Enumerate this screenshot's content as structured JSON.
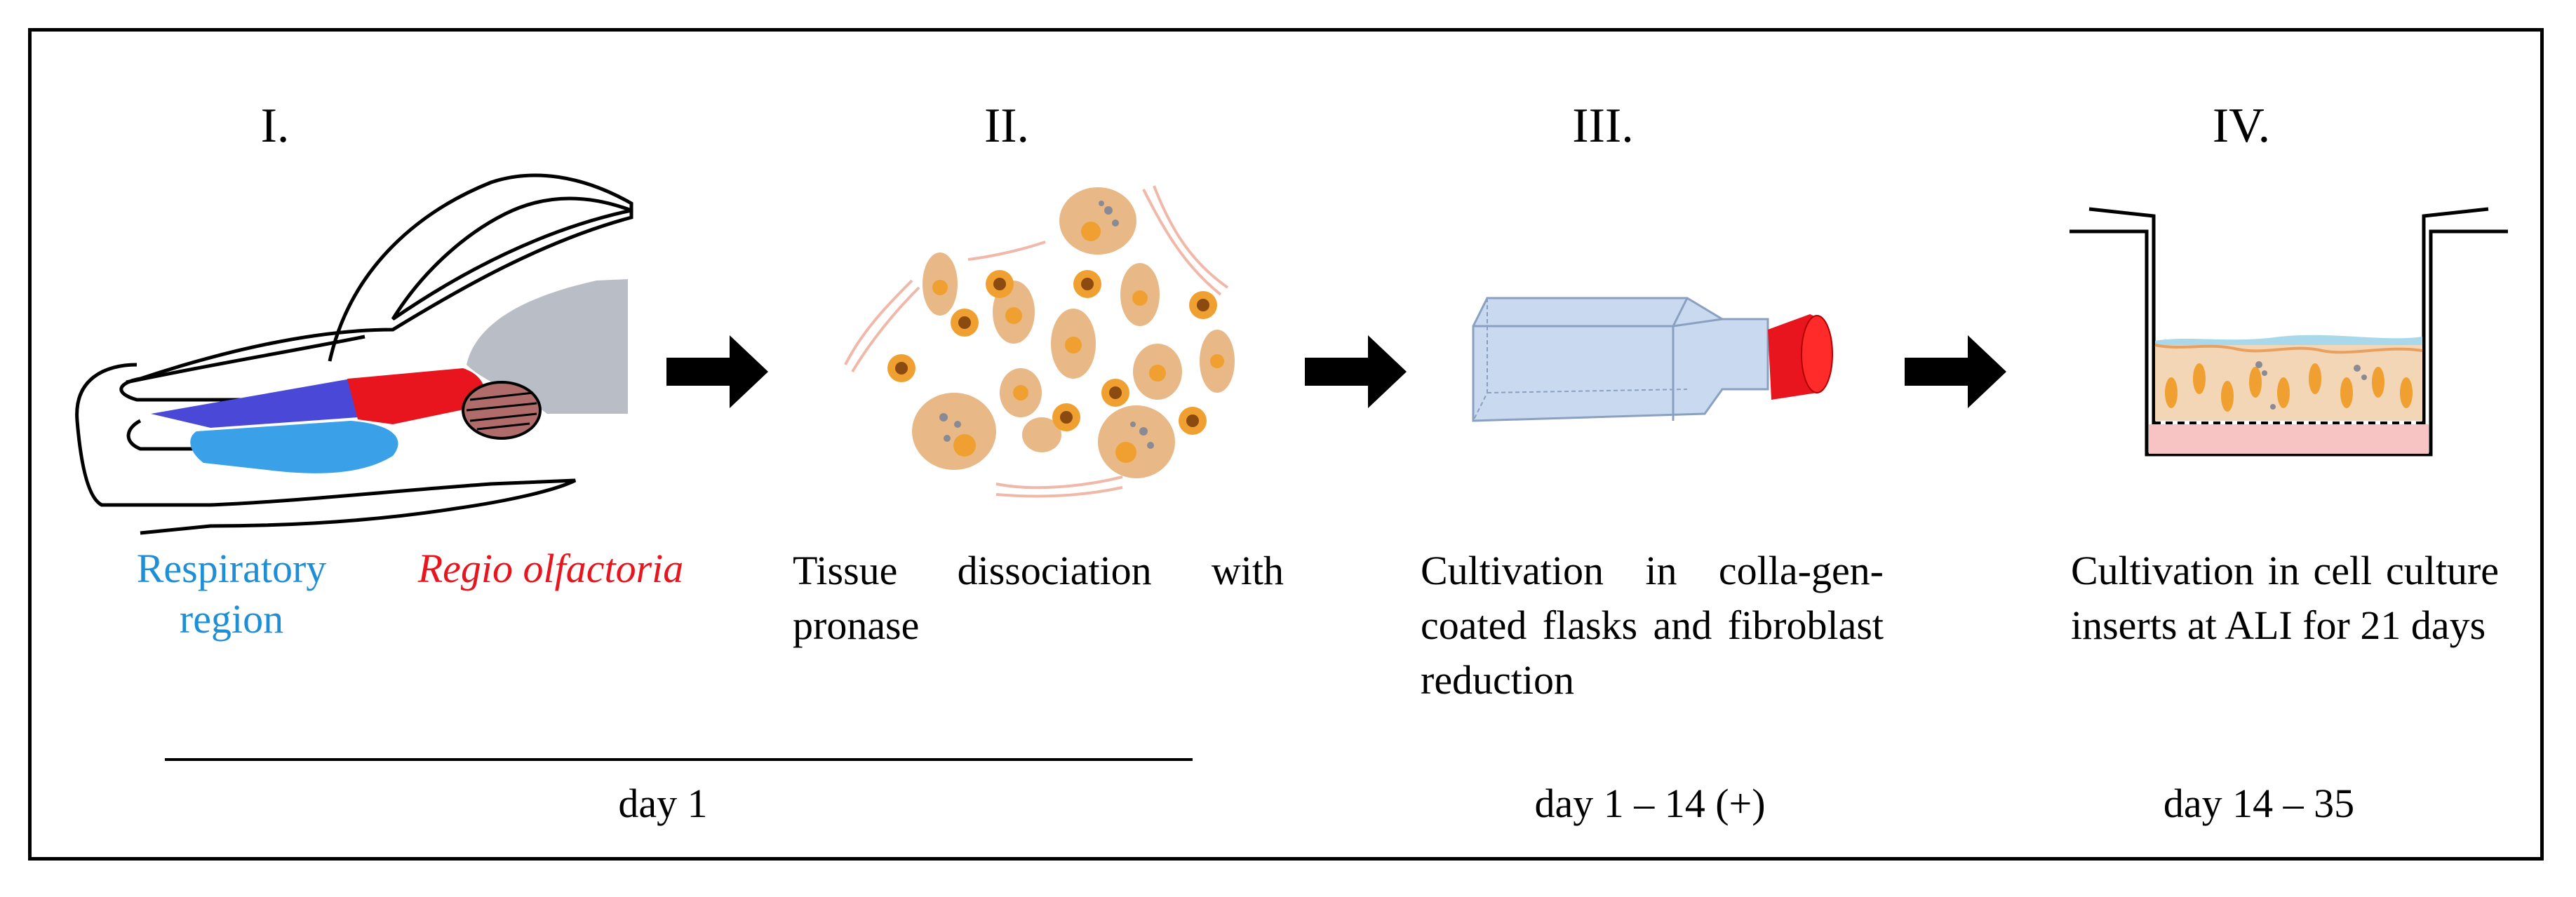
{
  "panels": [
    {
      "numeral": "I.",
      "labels": {
        "respiratory": "Respiratory region",
        "respiratory_line1": "Respiratory",
        "respiratory_line2": "region",
        "olfactory": "Regio olfactoria"
      }
    },
    {
      "numeral": "II.",
      "description": "Tissue dissociation with pronase"
    },
    {
      "numeral": "III.",
      "description": "Cultivation in colla-gen-coated flasks and fibroblast reduction"
    },
    {
      "numeral": "IV.",
      "description": "Cultivation in cell culture inserts at ALI for 21 days"
    }
  ],
  "timeline": [
    {
      "label": "day 1"
    },
    {
      "label": "day 1 – 14 (+)"
    },
    {
      "label": "day 14 – 35"
    }
  ],
  "colors": {
    "respiratory": "#1e8fd6",
    "olfactory": "#e8151f",
    "respiratory_tissue": "#3aa0e8",
    "septum": "#4a48d6",
    "olfactory_tissue": "#e8151f",
    "brain": "#b9bec6",
    "bulb": "#b06b6b",
    "cell": "#e8b887",
    "nucleus": "#f0a030",
    "flask": "#c9d9ef",
    "cap": "#e8151f",
    "membrane": "#f7c3c3",
    "mucus": "#a8d8ea"
  },
  "icons": [
    "arrow-right-icon",
    "nasal-cavity-illustration",
    "dissociated-cells-illustration",
    "culture-flask-illustration",
    "cell-culture-insert-illustration"
  ]
}
